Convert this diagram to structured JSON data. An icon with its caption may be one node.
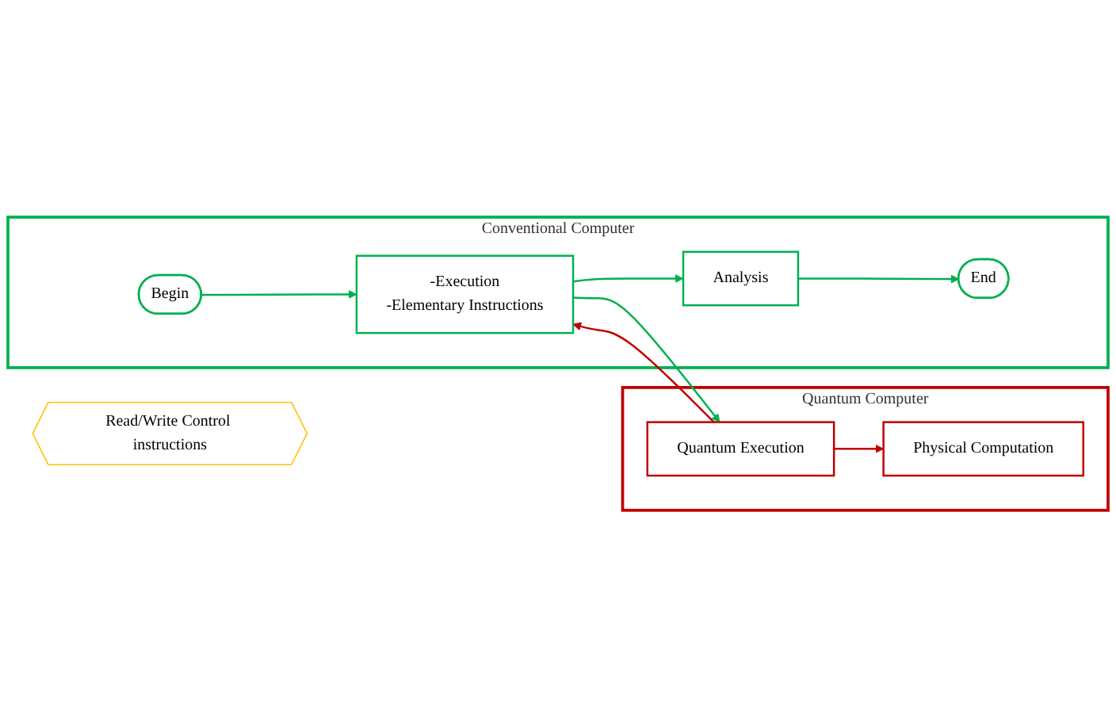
{
  "diagram": {
    "nodes": [
      {
        "text": [
          "Conventional Computer"
        ]
      },
      {
        "text": [
          "Begin"
        ],
        "in": 0
      },
      {
        "text": [
          "-Execution",
          "-Elementary Instructions"
        ],
        "in": 0
      },
      {
        "text": [
          "Analysis"
        ],
        "in": 0
      },
      {
        "text": [
          "End"
        ],
        "in": 0
      },
      {
        "text": [
          "Quantum Computer"
        ]
      },
      {
        "text": [
          "Quantum Execution"
        ],
        "in": 5
      },
      {
        "text": [
          "Physical Computation"
        ],
        "in": 5
      },
      {
        "text": [
          "Read/Write Control instructions"
        ]
      }
    ],
    "edges": [
      {
        "from": 1,
        "to": 2,
        "arrow": "to"
      },
      {
        "from": 2,
        "to": 3,
        "arrow": "to"
      },
      {
        "from": 3,
        "to": 4,
        "arrow": "to"
      },
      {
        "from": 6,
        "to": 2,
        "arrow": "to",
        "color": "#c00000"
      },
      {
        "from": 2,
        "to": 6,
        "arrow": "to"
      },
      {
        "from": 6,
        "to": 7,
        "arrow": "to",
        "color": "#c00000"
      }
    ]
  }
}
